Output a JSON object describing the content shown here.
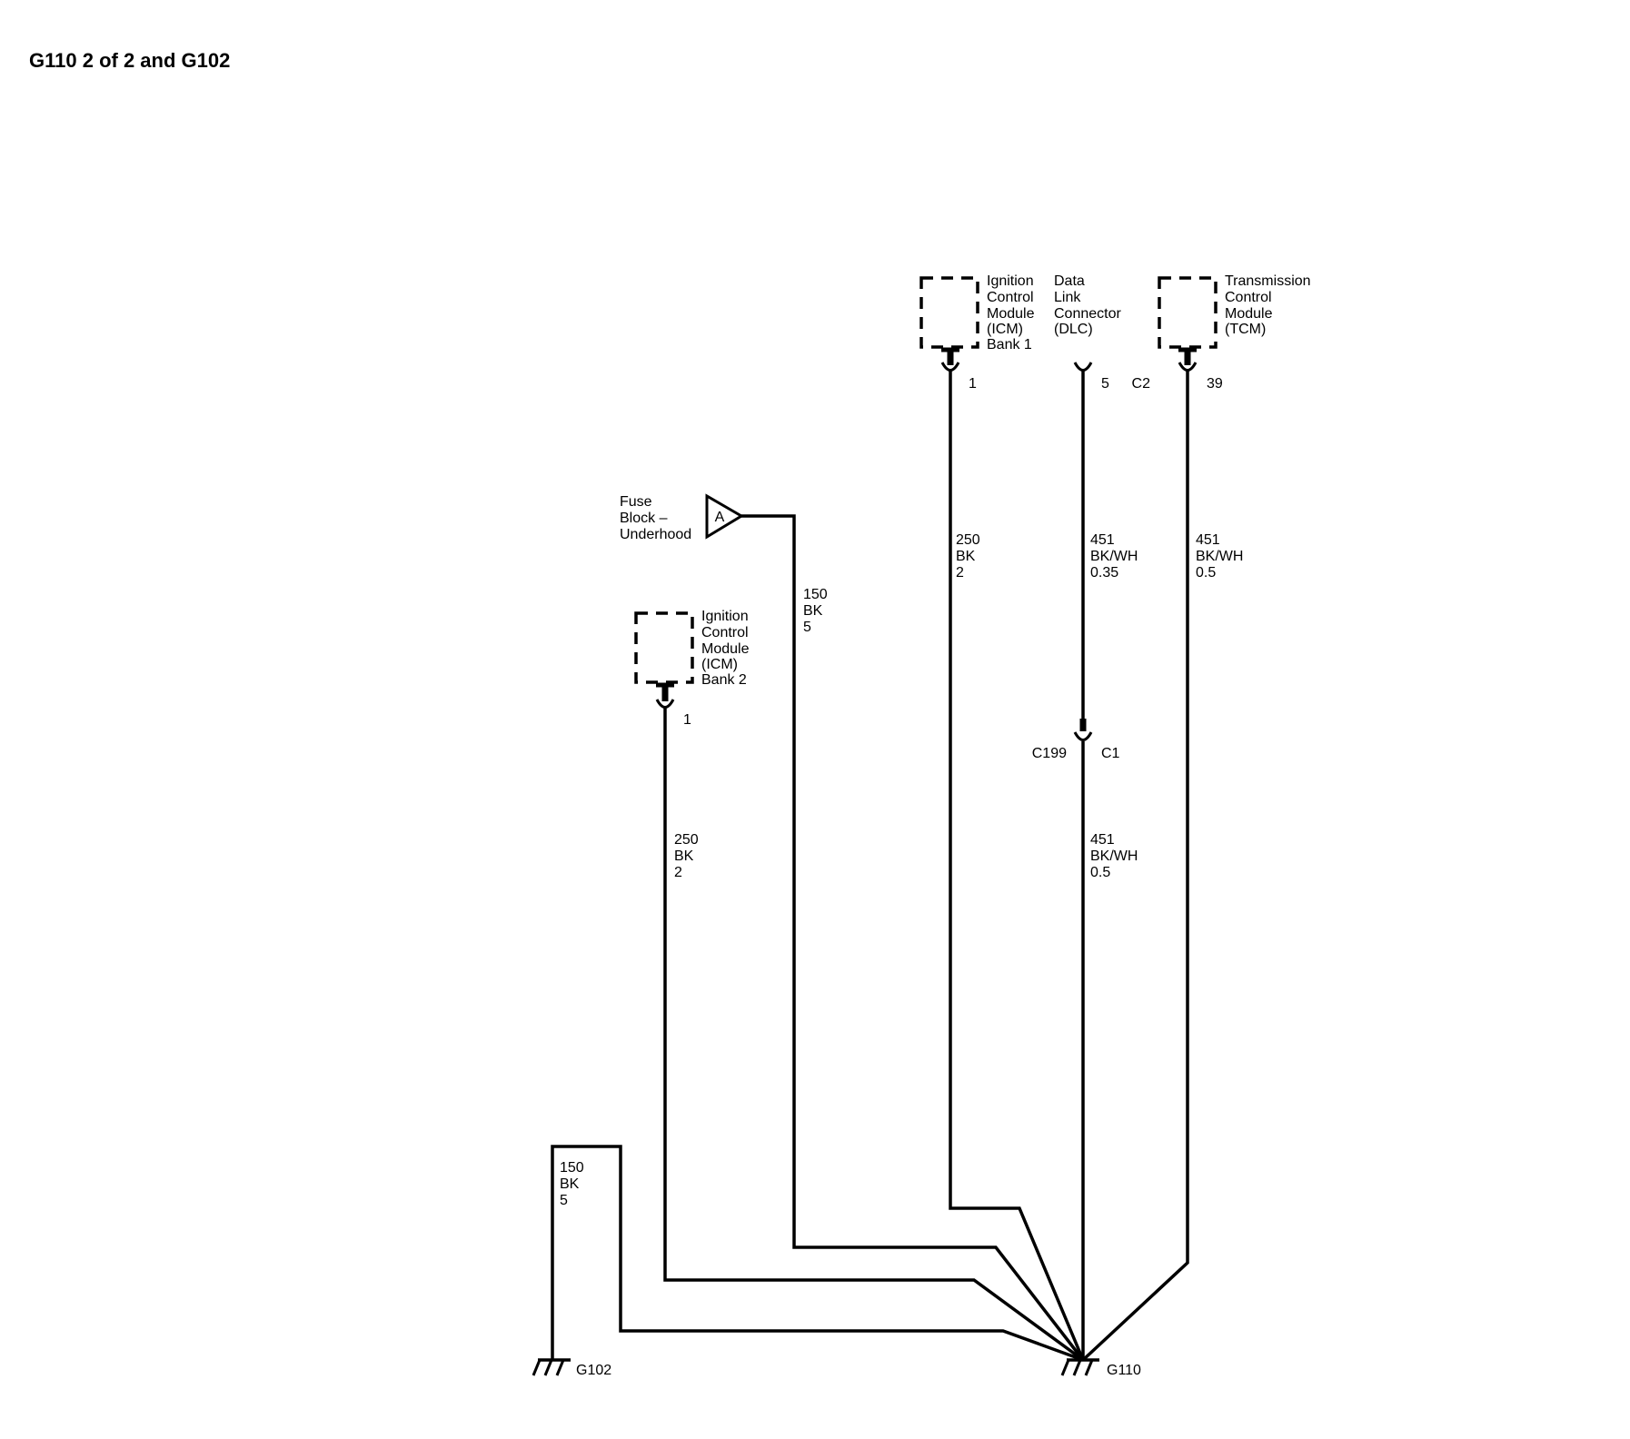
{
  "title": "G110 2 of 2 and G102",
  "components": {
    "icm_bank1": [
      "Ignition",
      "Control",
      "Module",
      "(ICM)",
      "Bank 1"
    ],
    "dlc": [
      "Data",
      "Link",
      "Connector",
      "(DLC)"
    ],
    "tcm": [
      "Transmission",
      "Control",
      "Module",
      "(TCM)"
    ],
    "icm_bank2": [
      "Ignition",
      "Control",
      "Module",
      "(ICM)",
      "Bank 2"
    ],
    "fuse_block": [
      "Fuse",
      "Block –",
      "Underhood"
    ]
  },
  "pins": {
    "icm_bank1": "1",
    "dlc": "5",
    "tcm_connector": "C2",
    "tcm_pin": "39",
    "icm_bank2": "1",
    "c199_connector": "C199",
    "c199_pin": "C1"
  },
  "fuse_block_letter": "A",
  "wires": {
    "icm1": [
      "250",
      "BK",
      "2"
    ],
    "dlc_upper": [
      "451",
      "BK/WH",
      "0.35"
    ],
    "tcm": [
      "451",
      "BK/WH",
      "0.5"
    ],
    "fuse": [
      "150",
      "BK",
      "5"
    ],
    "icm2": [
      "250",
      "BK",
      "2"
    ],
    "dlc_lower": [
      "451",
      "BK/WH",
      "0.5"
    ],
    "g102": [
      "150",
      "BK",
      "5"
    ]
  },
  "grounds": {
    "g102": "G102",
    "g110": "G110"
  }
}
